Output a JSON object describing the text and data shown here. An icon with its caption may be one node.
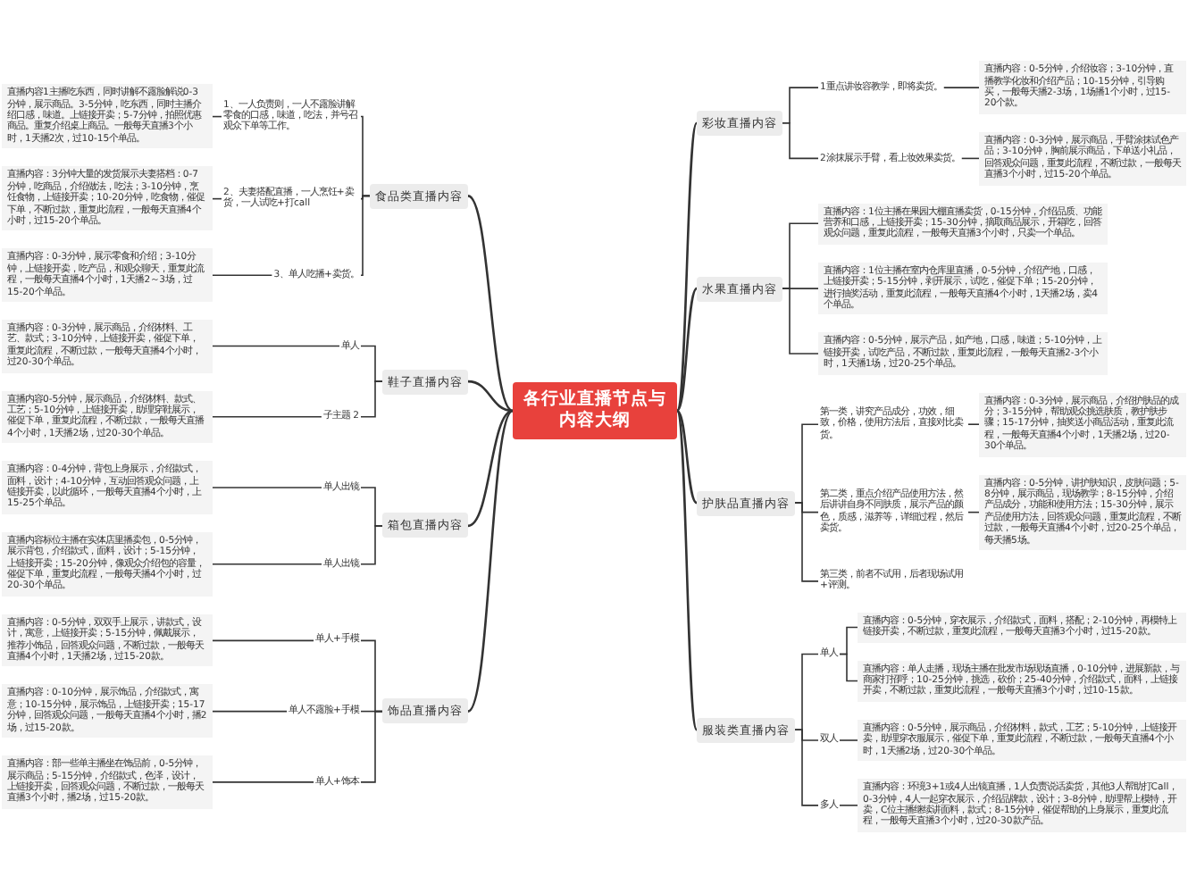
{
  "diagram": {
    "nodes": [
      {
        "text": [
          "各行业直播节点与内容大纲"
        ]
      },
      {
        "text": [
          "食品类直播内容"
        ]
      },
      {
        "text": [
          "1、一人负责则，一人不露脸讲解零食的口感，味道，吃法，并号召观众下单等工作。"
        ]
      },
      {
        "text": [
          "直播内容1主播吃东西，同时讲解不露脸解说0-3分钟，展示商品。3-5分钟，吃东西，同时主播介绍口感，味道。上链接开卖；5-7分钟，拍照优惠商品。重复介绍桌上商品。一般每天直播3个小时，1天播2次，过10-15个单品。"
        ]
      },
      {
        "text": [
          "2、夫妻搭配直播，一人烹饪+卖货，一人试吃+打call"
        ]
      },
      {
        "text": [
          "直播内容：3分钟大量的发货展示夫妻搭档：0-7分钟，吃商品，介绍做法，吃法；3-10分钟，烹饪食物，上链接开卖；10-20分钟，吃食物，催促下单，不断过款，重复此流程，一般每天直播4个小时，过15-20个单品。"
        ]
      },
      {
        "text": [
          "3、单人吃播+卖货。"
        ]
      },
      {
        "text": [
          "直播内容：0-3分钟，展示零食和介绍；3-10分钟，上链接开卖，吃产品，和观众聊天，重复此流程，一般每天直播4个小时，1天播2～3场，过15-20个单品。"
        ]
      },
      {
        "text": [
          "鞋子直播内容"
        ]
      },
      {
        "text": [
          "单人"
        ]
      },
      {
        "text": [
          "直播内容：0-3分钟，展示商品，介绍材料、工艺、款式；3-10分钟，上链接开卖，催促下单，重复此流程，不断过款，一般每天直播4个小时，过20-30个单品。"
        ]
      },
      {
        "text": [
          "子主题 2"
        ]
      },
      {
        "text": [
          "直播内容0-5分钟，展示商品，介绍材料、款式、工艺；5-10分钟，上链接开卖，助理穿鞋展示，催促下单，重复此流程，不断过款，一般每天直播4个小时，1天播2场，过20-30个单品。"
        ]
      },
      {
        "text": [
          "箱包直播内容"
        ]
      },
      {
        "text": [
          "单人出镜"
        ]
      },
      {
        "text": [
          "直播内容：0-4分钟，背包上身展示，介绍款式，面料，设计；4-10分钟，互动回答观众问题，上链接开卖，以此循环，一般每天直播4个小时，上15-25个单品。"
        ]
      },
      {
        "text": [
          "单人出镜"
        ]
      },
      {
        "text": [
          "直播内容标位主播在实体店里播卖包，0-5分钟，展示背包，介绍款式，面料，设计；5-15分钟，上链接开卖；15-20分钟，像观众介绍包的容量，催促下单，重复此流程，一般每天播4个小时，过20-30个单品。"
        ]
      },
      {
        "text": [
          "饰品直播内容"
        ]
      },
      {
        "text": [
          "单人+手模"
        ]
      },
      {
        "text": [
          "直播内容：0-5分钟，双双手上展示，讲款式，设计，寓意，上链接开卖；5-15分钟，佩戴展示，推荐小饰品，回答观众问题，不断过款，一般每天直播4个小时，1天播2场，过15-20款。"
        ]
      },
      {
        "text": [
          "单人不露脸+手模"
        ]
      },
      {
        "text": [
          "直播内容：0-10分钟，展示饰品，介绍款式，寓意；10-15分钟，展示饰品，上链接开卖；15-17分钟，回答观众问题，一般每天直播4个小时，播2场，过15-20款。"
        ]
      },
      {
        "text": [
          "单人+饰本"
        ]
      },
      {
        "text": [
          "直播内容：部一些单主播坐在饰品前，0-5分钟，展示商品；5-15分钟，介绍款式，色泽，设计，上链接开卖，回答观众问题，不断过款，一般每天直播3个小时，播2场，过15-20款。"
        ]
      },
      {
        "text": [
          "彩妆直播内容"
        ]
      },
      {
        "text": [
          "1重点讲妆容教学，即将卖货。"
        ]
      },
      {
        "text": [
          "直播内容：0-5分钟，介绍妆容；3-10分钟，直播教学化妆和介绍产品；10-15分钟，引导购买，一般每天播2-3场，1场播1个小时，过15-20个款。"
        ]
      },
      {
        "text": [
          "2涂抹展示手臂，看上妆效果卖货。"
        ]
      },
      {
        "text": [
          "直播内容：0-3分钟，展示商品，手臂涂抹试色产品；3-10分钟，胸前展示商品，下单送小礼品，回答观众问题，重复此流程，不断过款，一般每天直播3个小时，过15-20个单品。"
        ]
      },
      {
        "text": [
          "水果直播内容"
        ]
      },
      {
        "text": [
          "直播内容：1位主播在果园大棚直播卖货，0-15分钟，介绍品质、功能营养和口感，上链接开卖；15-30分钟，摘取商品展示，开箱吃，回答观众问题，重复此流程，一般每天直播3个小时，只卖一个单品。"
        ]
      },
      {
        "text": [
          "直播内容：1位主播在室内仓库里直播，0-5分钟，介绍产地，口感，上链接开卖；5-15分钟，剥开展示，试吃，催促下单；15-20分钟，进行抽奖活动，重复此流程，一般每天直播4个小时，1天播2场，卖4个单品。"
        ]
      },
      {
        "text": [
          "直播内容：0-5分钟，展示产品，如产地，口感，味道；5-10分钟，上链接开卖，试吃产品，不断过款，重复此流程，一般每天直播2-3个小时，1天播1场，过20-25个单品。"
        ]
      },
      {
        "text": [
          "护肤品直播内容"
        ]
      },
      {
        "text": [
          "第一类，讲究产品成分，功效，细致，价格，使用方法后，直接对比卖货。"
        ]
      },
      {
        "text": [
          "直播内容：0-3分钟，展示商品，介绍护肤品的成分；3-15分钟，帮助观众挑选肤质，教护肤步骤；15-17分钟，抽奖送小商品活动，重复此流程，一般每天直播4个小时，1天播2场，过20-30个单品。"
        ]
      },
      {
        "text": [
          "第二类，重点介绍产品使用方法，然后讲讲自身不同肤质，展示产品的颜色，质感，滋养等，详细过程，然后卖货。"
        ]
      },
      {
        "text": [
          "直播内容：0-5分钟，讲护肤知识，皮肤问题；5-8分钟，展示商品，现场教学；8-15分钟，介绍产品成分，功能和使用方法；15-30分钟，展示产品使用方法，回答观众问题，重复此流程，不断过款，一般每天直播4个小时，过20-25个单品，每天播5场。"
        ]
      },
      {
        "text": [
          "第三类，前者不试用，后者现场试用+评测。"
        ]
      },
      {
        "text": [
          "服装类直播内容"
        ]
      },
      {
        "text": [
          "单人"
        ]
      },
      {
        "text": [
          "直播内容：0-5分钟，穿衣展示，介绍款式，面料，搭配；2-10分钟，再模特上链接开卖，不断过款，重复此流程，一般每天直播3个小时，过15-20款。"
        ]
      },
      {
        "text": [
          "直播内容：单人走播，现场主播在批发市场现场直播，0-10分钟，进展新款，与商家打招呼；10-25分钟，挑选，砍价；25-40分钟，介绍款式，面料，上链接开卖，不断过款，重复此流程，一般每天直播3个小时，过10-15款。"
        ]
      },
      {
        "text": [
          "双人"
        ]
      },
      {
        "text": [
          "直播内容：0-5分钟，展示商品，介绍材料，款式，工艺；5-10分钟，上链接开卖，助理穿衣服展示，催促下单，重复此流程，不断过款，一般每天直播4个小时，1天播2场，过20-30个单品。"
        ]
      },
      {
        "text": [
          "多人"
        ]
      },
      {
        "text": [
          "直播内容：环境3+1或4人出镜直播，1人负责说话卖货，其他3人帮助打Call，0-3分钟，4人一起穿衣展示，介绍品牌款，设计；3-8分钟，助理帮上模特，开卖，C位主播继续讲面料，款式；8-15分钟，催促帮助的上身展示，重复此流程，一般每天直播3个小时，过20-30款产品。"
        ]
      }
    ],
    "edges": [
      {
        "from": 0,
        "to": 1,
        "arrow": "none"
      },
      {
        "from": 1,
        "to": 2,
        "arrow": "none"
      },
      {
        "from": 2,
        "to": 3,
        "arrow": "none"
      },
      {
        "from": 1,
        "to": 4,
        "arrow": "none"
      },
      {
        "from": 4,
        "to": 5,
        "arrow": "none"
      },
      {
        "from": 1,
        "to": 6,
        "arrow": "none"
      },
      {
        "from": 6,
        "to": 7,
        "arrow": "none"
      },
      {
        "from": 0,
        "to": 8,
        "arrow": "none"
      },
      {
        "from": 8,
        "to": 9,
        "arrow": "none"
      },
      {
        "from": 9,
        "to": 10,
        "arrow": "none"
      },
      {
        "from": 8,
        "to": 11,
        "arrow": "none"
      },
      {
        "from": 11,
        "to": 12,
        "arrow": "none"
      },
      {
        "from": 0,
        "to": 13,
        "arrow": "none"
      },
      {
        "from": 13,
        "to": 14,
        "arrow": "none"
      },
      {
        "from": 14,
        "to": 15,
        "arrow": "none"
      },
      {
        "from": 13,
        "to": 16,
        "arrow": "none"
      },
      {
        "from": 16,
        "to": 17,
        "arrow": "none"
      },
      {
        "from": 0,
        "to": 18,
        "arrow": "none"
      },
      {
        "from": 18,
        "to": 19,
        "arrow": "none"
      },
      {
        "from": 19,
        "to": 20,
        "arrow": "none"
      },
      {
        "from": 18,
        "to": 21,
        "arrow": "none"
      },
      {
        "from": 21,
        "to": 22,
        "arrow": "none"
      },
      {
        "from": 18,
        "to": 23,
        "arrow": "none"
      },
      {
        "from": 23,
        "to": 24,
        "arrow": "none"
      },
      {
        "from": 0,
        "to": 25,
        "arrow": "none"
      },
      {
        "from": 25,
        "to": 26,
        "arrow": "none"
      },
      {
        "from": 26,
        "to": 27,
        "arrow": "none"
      },
      {
        "from": 25,
        "to": 28,
        "arrow": "none"
      },
      {
        "from": 28,
        "to": 29,
        "arrow": "none"
      },
      {
        "from": 0,
        "to": 30,
        "arrow": "none"
      },
      {
        "from": 30,
        "to": 31,
        "arrow": "none"
      },
      {
        "from": 30,
        "to": 32,
        "arrow": "none"
      },
      {
        "from": 30,
        "to": 33,
        "arrow": "none"
      },
      {
        "from": 0,
        "to": 34,
        "arrow": "none"
      },
      {
        "from": 34,
        "to": 35,
        "arrow": "none"
      },
      {
        "from": 35,
        "to": 36,
        "arrow": "none"
      },
      {
        "from": 34,
        "to": 37,
        "arrow": "none"
      },
      {
        "from": 37,
        "to": 38,
        "arrow": "none"
      },
      {
        "from": 34,
        "to": 39,
        "arrow": "none"
      },
      {
        "from": 0,
        "to": 40,
        "arrow": "none"
      },
      {
        "from": 40,
        "to": 41,
        "arrow": "none"
      },
      {
        "from": 41,
        "to": 42,
        "arrow": "none"
      },
      {
        "from": 41,
        "to": 43,
        "arrow": "none"
      },
      {
        "from": 40,
        "to": 44,
        "arrow": "none"
      },
      {
        "from": 44,
        "to": 45,
        "arrow": "none"
      },
      {
        "from": 40,
        "to": 46,
        "arrow": "none"
      },
      {
        "from": 46,
        "to": 47,
        "arrow": "none"
      }
    ]
  }
}
